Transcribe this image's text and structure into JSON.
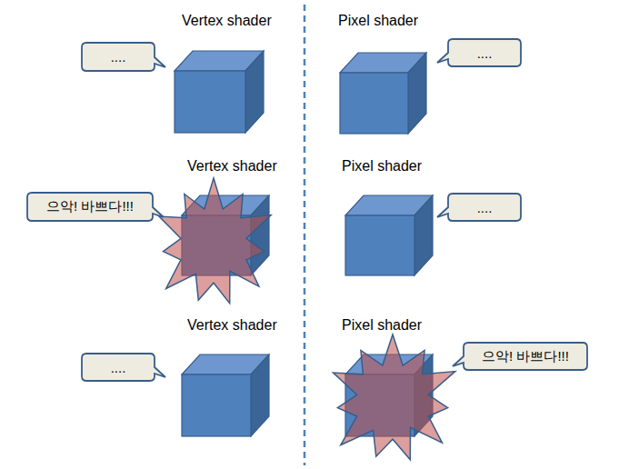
{
  "diagram": {
    "nodes": [
      {
        "text": [
          "...."
        ]
      },
      {
        "text": [
          "...."
        ]
      },
      {
        "text": [
          "으악! 바쁘다!!!"
        ]
      },
      {
        "text": [
          "...."
        ]
      },
      {
        "text": [
          "...."
        ]
      },
      {
        "text": [
          "으악! 바쁘다!!!"
        ]
      }
    ],
    "labels": [
      "Vertex shader",
      "Pixel shader",
      "Vertex shader",
      "Pixel shader",
      "Vertex shader",
      "Pixel shader"
    ]
  }
}
